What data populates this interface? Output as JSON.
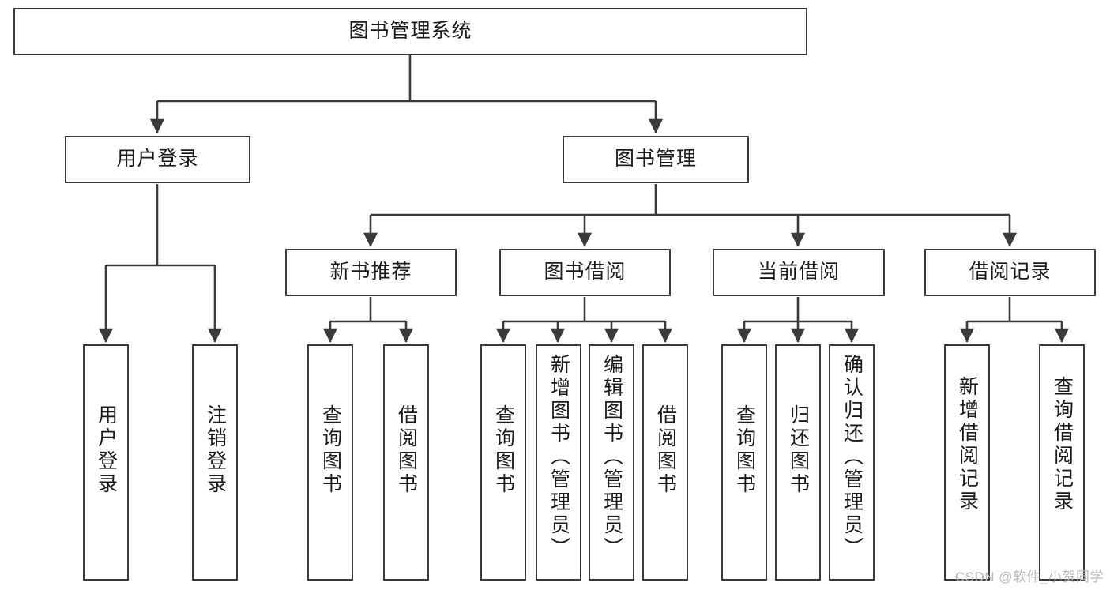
{
  "diagram": {
    "type": "tree-hierarchy",
    "title": "图书管理系统",
    "watermark": "CSDN @软件_小贺同学",
    "colors": {
      "background": "#ffffff",
      "node_border": "#3a3a3a",
      "node_fill": "#ffffff",
      "edge": "#3a3a3a",
      "text": "#1a1a1a",
      "watermark": "#b9b9b9"
    },
    "nodes": {
      "root": {
        "label": "图书管理系统"
      },
      "level2": [
        {
          "id": "user-login",
          "label": "用户登录"
        },
        {
          "id": "book-management",
          "label": "图书管理"
        }
      ],
      "level3": [
        {
          "id": "new-book-recommend",
          "label": "新书推荐",
          "parent": "book-management"
        },
        {
          "id": "book-borrow",
          "label": "图书借阅",
          "parent": "book-management"
        },
        {
          "id": "current-borrow",
          "label": "当前借阅",
          "parent": "book-management"
        },
        {
          "id": "borrow-record",
          "label": "借阅记录",
          "parent": "book-management"
        }
      ],
      "leaves": [
        {
          "id": "leaf-user-login",
          "label": "用户登录",
          "parent": "user-login"
        },
        {
          "id": "leaf-logout-login",
          "label": "注销登录",
          "parent": "user-login"
        },
        {
          "id": "leaf-query-book-1",
          "label": "查询图书",
          "parent": "new-book-recommend"
        },
        {
          "id": "leaf-borrow-book-1",
          "label": "借阅图书",
          "parent": "new-book-recommend"
        },
        {
          "id": "leaf-query-book-2",
          "label": "查询图书",
          "parent": "book-borrow"
        },
        {
          "id": "leaf-add-book",
          "label": "新增图书（管理员）",
          "parent": "book-borrow"
        },
        {
          "id": "leaf-edit-book",
          "label": "编辑图书（管理员）",
          "parent": "book-borrow"
        },
        {
          "id": "leaf-borrow-book-2",
          "label": "借阅图书",
          "parent": "book-borrow"
        },
        {
          "id": "leaf-query-book-3",
          "label": "查询图书",
          "parent": "current-borrow"
        },
        {
          "id": "leaf-return-book",
          "label": "归还图书",
          "parent": "current-borrow"
        },
        {
          "id": "leaf-confirm-return",
          "label": "确认归还（管理员）",
          "parent": "current-borrow"
        },
        {
          "id": "leaf-add-record",
          "label": "新增借阅记录",
          "parent": "borrow-record"
        },
        {
          "id": "leaf-query-record",
          "label": "查询借阅记录",
          "parent": "borrow-record"
        }
      ]
    }
  }
}
